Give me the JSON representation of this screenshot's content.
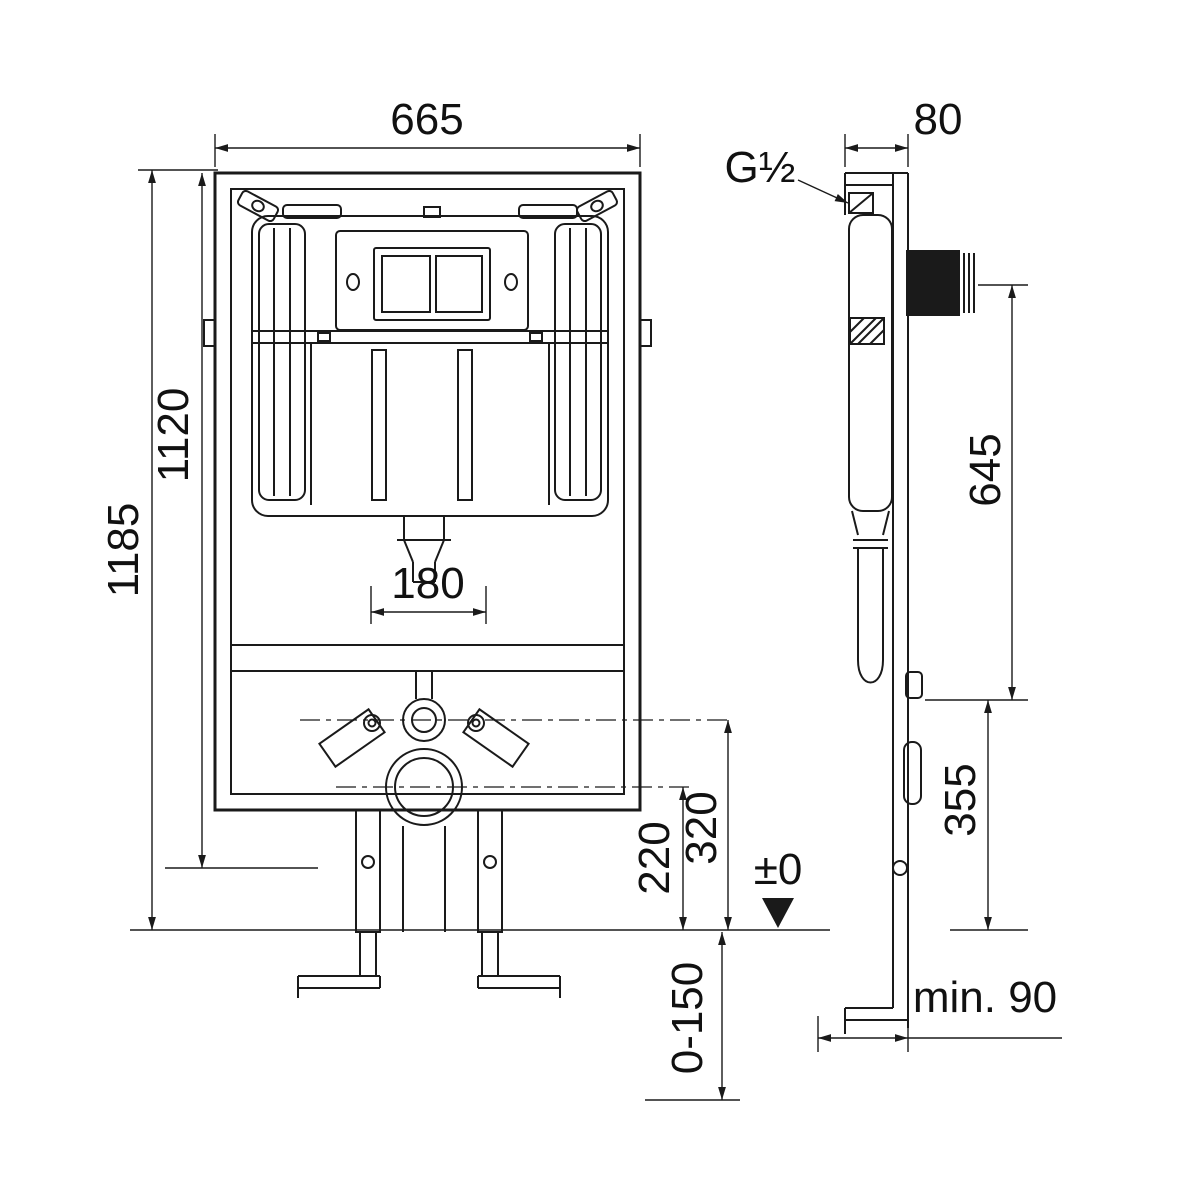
{
  "colors": {
    "line": "#1a1a1a",
    "background": "#ffffff"
  },
  "drawing": {
    "front": {
      "width": "665",
      "total_height": "1185",
      "frame_height": "1120",
      "pipe_spacing": "180",
      "inlet_height": "320",
      "outlet_height": "220",
      "floor_level": "±0",
      "floor_range": "0-150"
    },
    "side": {
      "depth": "80",
      "water_inlet": "G½",
      "upper_height": "645",
      "lower_height": "355",
      "wall_distance": "min. 90"
    }
  }
}
